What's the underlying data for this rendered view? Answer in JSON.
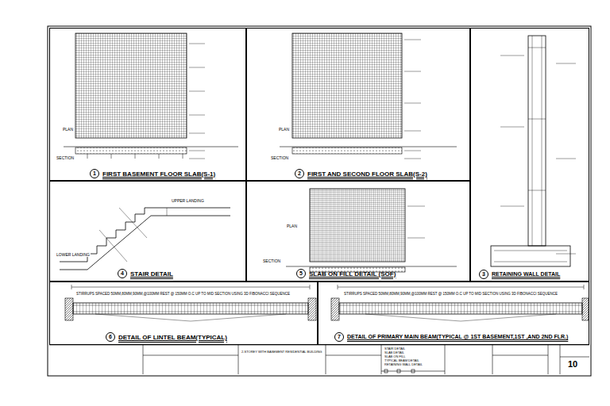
{
  "diagram": {
    "nodes": [
      {
        "text": [
          "FIRST BASEMENT FLOOR SLAB(S-1)"
        ]
      },
      {
        "text": [
          "1"
        ],
        "in": 0
      },
      {
        "text": [
          "FIRST AND SECOND FLOOR SLAB(S-2)"
        ]
      },
      {
        "text": [
          "2"
        ],
        "in": 2
      },
      {
        "text": [
          "RETAINING WALL DETAIL"
        ]
      },
      {
        "text": [
          "3"
        ],
        "in": 4
      },
      {
        "text": [
          "STAIR DETAIL"
        ]
      },
      {
        "text": [
          "4"
        ],
        "in": 6
      },
      {
        "text": [
          "SLAB ON FILL DETAIL (SOF)"
        ]
      },
      {
        "text": [
          "5"
        ],
        "in": 8
      },
      {
        "text": [
          "DETAIL OF LINTEL BEAM(TYPICAL)"
        ]
      },
      {
        "text": [
          "6"
        ],
        "in": 10
      },
      {
        "text": [
          "DETAIL OF PRIMARY MAIN BEAM(TYPICAL @ 1ST BASEMENT,1ST ,AND 2ND FLR.)"
        ]
      },
      {
        "text": [
          "7"
        ],
        "in": 12
      }
    ],
    "labels": [
      "PLAN",
      "SECTION",
      "PLAN",
      "SECTION",
      "UPPER LANDING",
      "LOWER LANDING",
      "PLAN",
      "SECTION",
      "STIRRUPS SPACED 50MM,80MM,90MM,@100MM REST @ 150MM O.C UP TO MID SECTION USING 3D FIBONACCI SEQUENCE",
      "STIRRUPS SPACED 50MM,80MM,90MM,@100MM REST @ 150MM O.C UP TO MID SECTION USING 3D FIBONACCI SEQUENCE",
      "2-STOREY WITH BASEMENT RESIDENTIAL BUILDING",
      "STAIR DETAIL",
      "SLAB DETAIL",
      "SLAB ON FILL",
      "TYPICAL BEAM DETAIL",
      "RETAINING WALL DETAIL",
      "10"
    ]
  }
}
